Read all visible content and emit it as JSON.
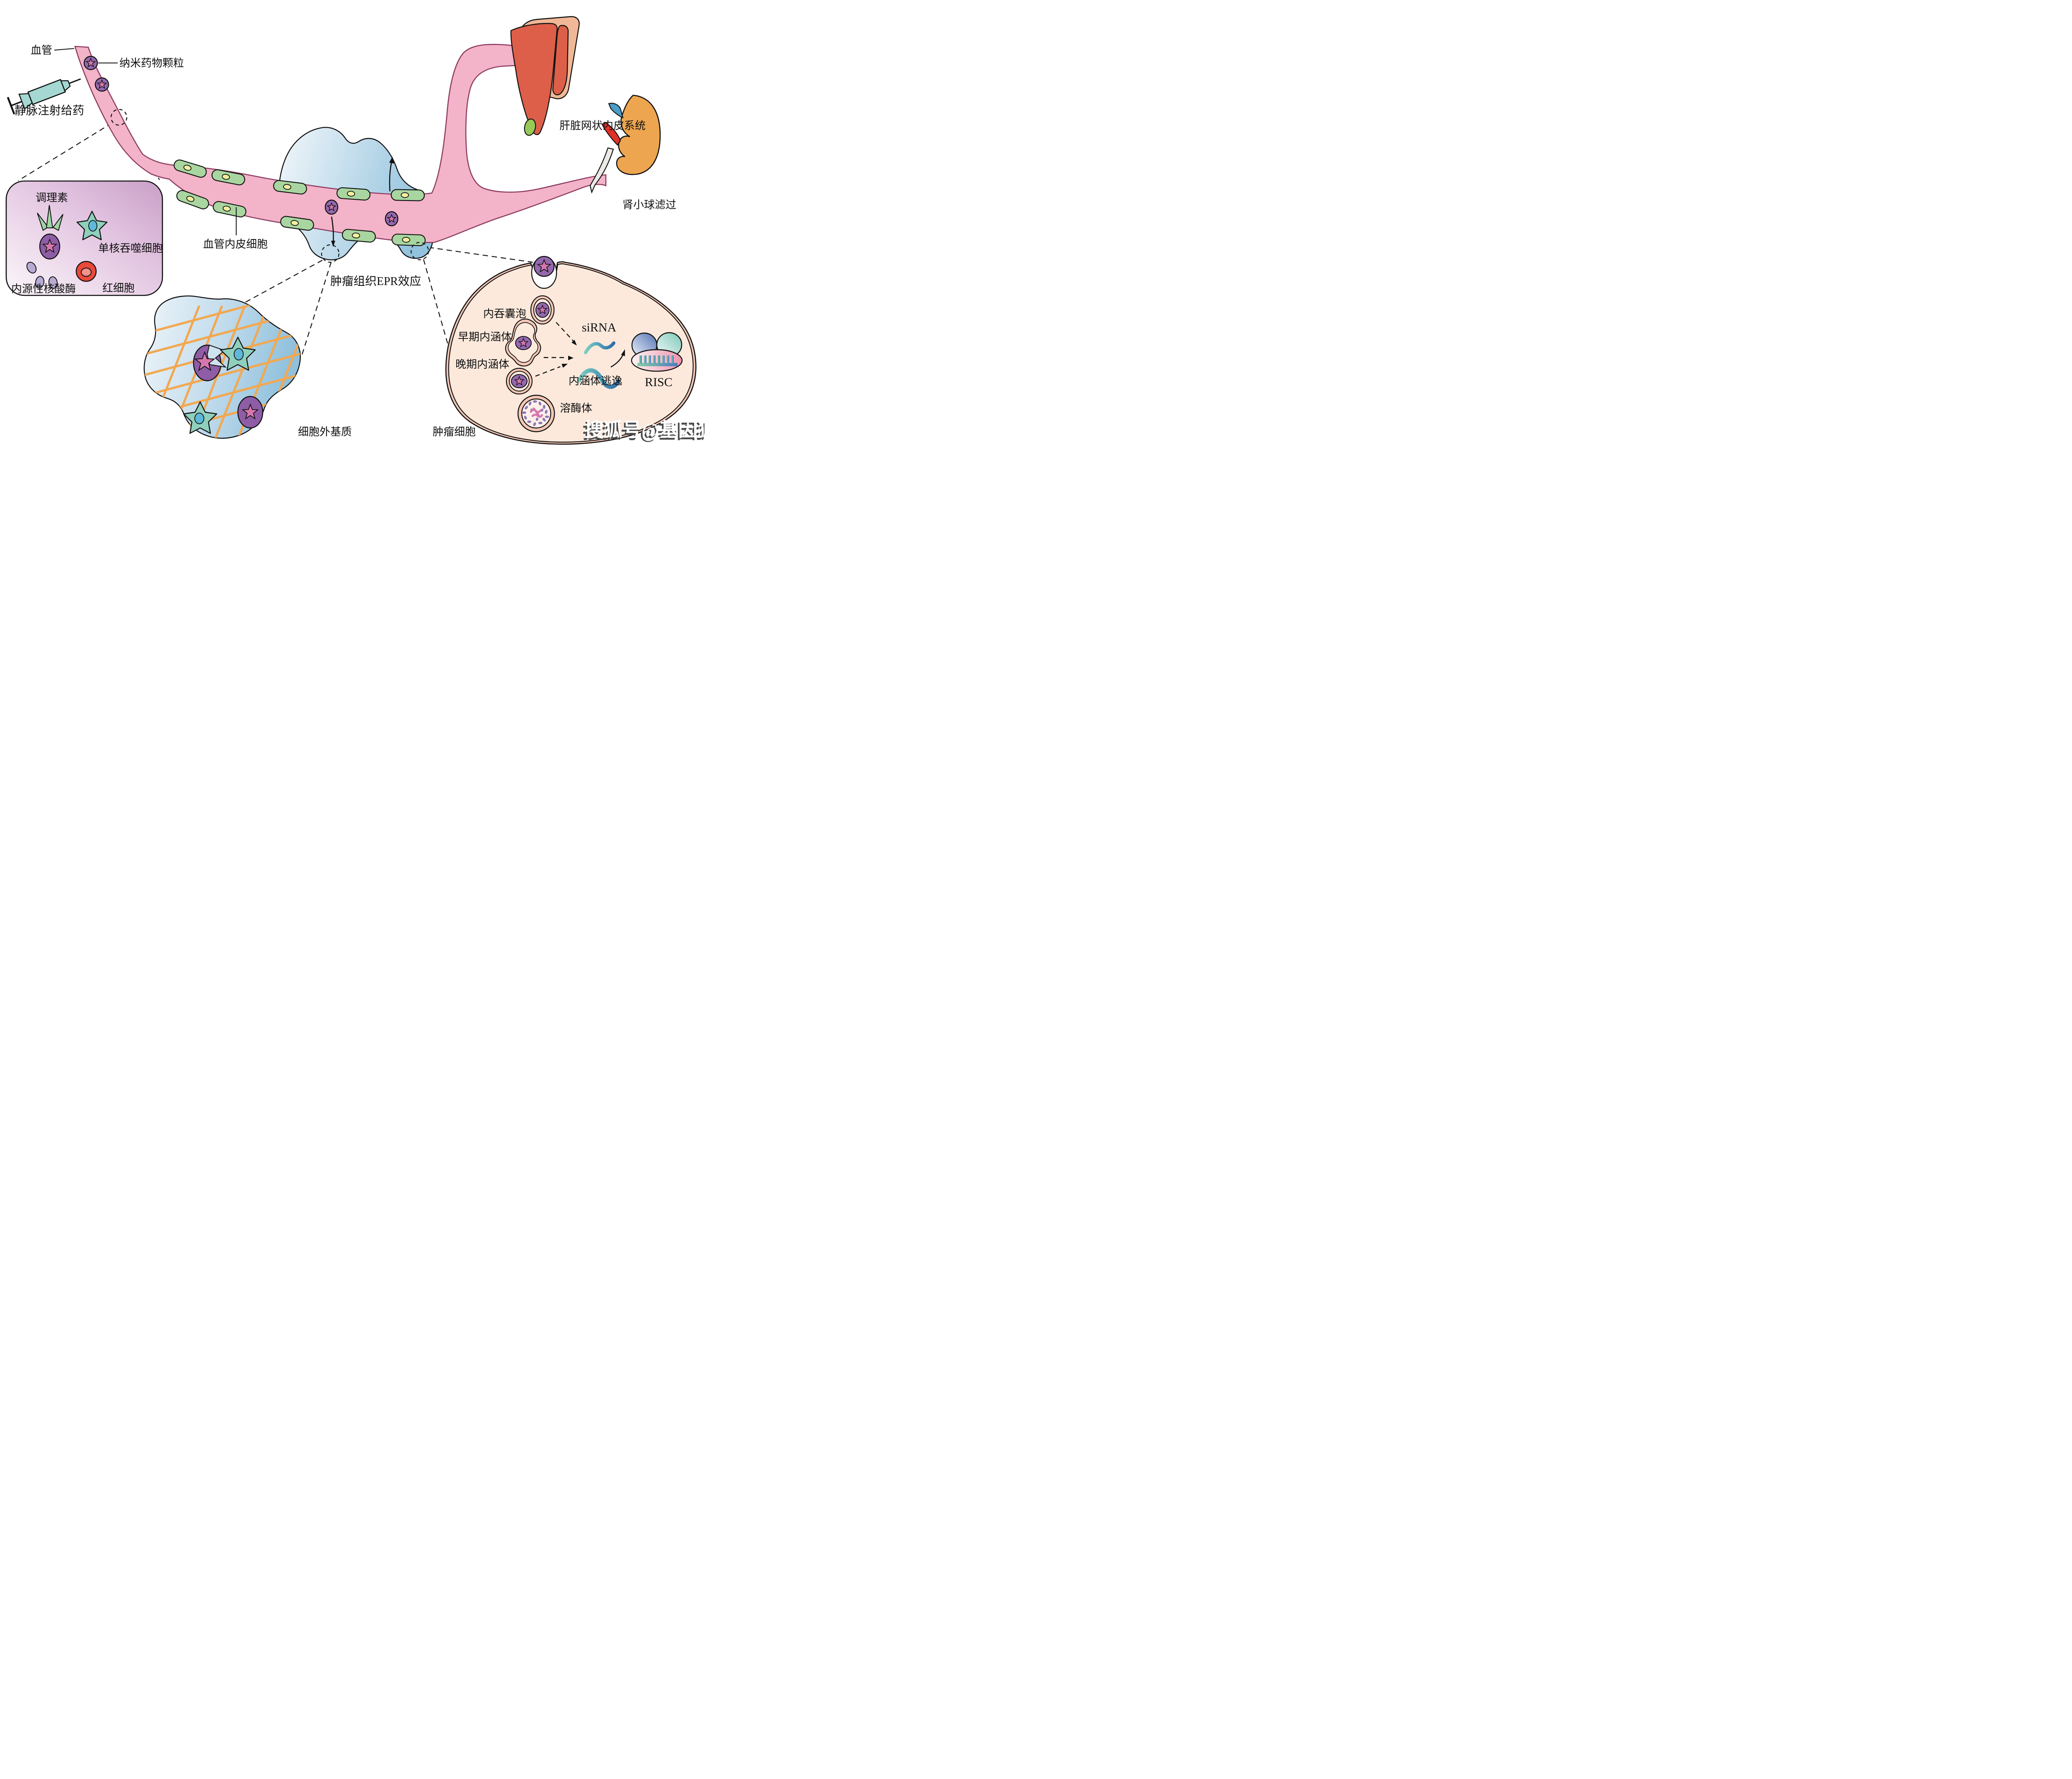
{
  "diagram": {
    "watermark": "搜狐号@基因狐",
    "labels": {
      "vessel": "血管",
      "nanoparticle": "纳米药物颗粒",
      "iv_injection": "静脉注射给药",
      "opsonin": "调理素",
      "phagocyte": "单核吞噬细胞",
      "nuclease": "内源性核酸酶",
      "rbc": "红细胞",
      "endothelial": "血管内皮细胞",
      "epr": "肿瘤组织EPR效应",
      "liver_res": "肝脏网状内皮系统",
      "renal_filtration": "肾小球滤过",
      "ecm": "细胞外基质",
      "tumor_cell": "肿瘤细胞",
      "endocytic_vesicle": "内吞囊泡",
      "early_endosome": "早期内涵体",
      "late_endosome": "晚期内涵体",
      "sirna": "siRNA",
      "endosome_escape": "内涵体逃逸",
      "risc": "RISC",
      "lysosome": "溶酶体"
    },
    "colors": {
      "vessel_pink": "#f3b3c8",
      "vessel_outline": "#8e3c62",
      "endothelial_green": "#a9d6a0",
      "cell_nucleus_yellow": "#f1ef9f",
      "nanoparticle_purple": "#9468ae",
      "star_pink": "#d776ae",
      "tumor_tissue_blue": "#9cc6df",
      "clearance_box_purple": "#d2a8d0",
      "ecm_mesh_orange": "#f2a851",
      "phagocyte_teal": "#8fd0bc",
      "rbc_red": "#e8493a",
      "tumor_cell_peach": "#fce9dc",
      "membrane_pink": "#f5c6b5",
      "liver_red": "#dd5f49",
      "kidney_orange": "#eda54f",
      "sirna_teal": "#7ecdc3",
      "sirna_blue": "#2e6cab"
    }
  }
}
